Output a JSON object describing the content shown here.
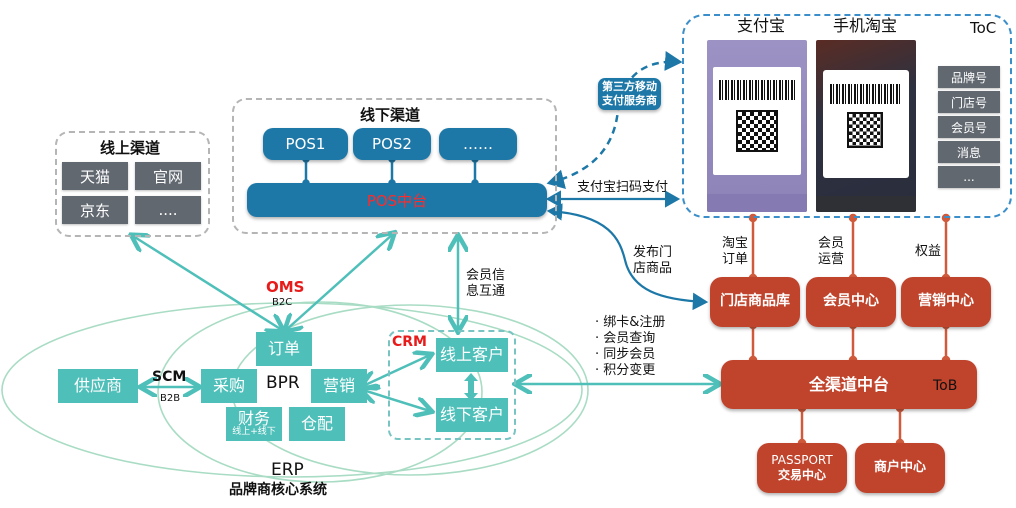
{
  "online_channels": {
    "title": "线上渠道",
    "items": [
      "天猫",
      "官网",
      "京东",
      "...."
    ]
  },
  "offline_channels": {
    "title": "线下渠道",
    "pos_items": [
      "POS1",
      "POS2",
      "……"
    ],
    "pos_center": "POS中台"
  },
  "toc": {
    "label": "ToC",
    "apps": [
      "支付宝",
      "手机淘宝"
    ],
    "side_items": [
      "品牌号",
      "门店号",
      "会员号",
      "消息",
      "..."
    ]
  },
  "third_party": {
    "label_line1": "第三方移动",
    "label_line2": "支付服务商"
  },
  "alipay_scan": "支付宝扫码支付",
  "publish_goods": {
    "line1": "发布门",
    "line2": "店商品"
  },
  "connectors": {
    "taobao_order": {
      "line1": "淘宝",
      "line2": "订单"
    },
    "member_ops": {
      "line1": "会员",
      "line2": "运营"
    },
    "rights": "权益"
  },
  "middle_centers": [
    "门店商品库",
    "会员中心",
    "营销中心"
  ],
  "omni_center": {
    "label": "全渠道中台",
    "tag": "ToB"
  },
  "bottom_centers": [
    {
      "line1": "PASSPORT",
      "line2": "交易中心"
    },
    {
      "line1": "商户中心",
      "line2": ""
    }
  ],
  "member_functions": [
    "绑卡&注册",
    "会员查询",
    "同步会员",
    "积分变更"
  ],
  "member_info_sync": {
    "line1": "会员信",
    "line2": "息互通"
  },
  "oms": {
    "title": "OMS",
    "sub": "B2C"
  },
  "scm": {
    "title": "SCM",
    "sub": "B2B"
  },
  "crm": {
    "title": "CRM",
    "online": "线上客户",
    "offline": "线下客户"
  },
  "erp": {
    "supplier": "供应商",
    "order": "订单",
    "purchase": "采购",
    "bpr": "BPR",
    "marketing": "营销",
    "finance": "财务",
    "finance_sub": "线上+线下",
    "warehouse": "仓配",
    "title": "ERP",
    "subtitle": "品牌商核心系统"
  },
  "colors": {
    "teal": "#4fbfb9",
    "blue": "#1d78a8",
    "red": "#c0432c",
    "grey_btn": "#616870",
    "highlight_red": "#e81b1b"
  }
}
